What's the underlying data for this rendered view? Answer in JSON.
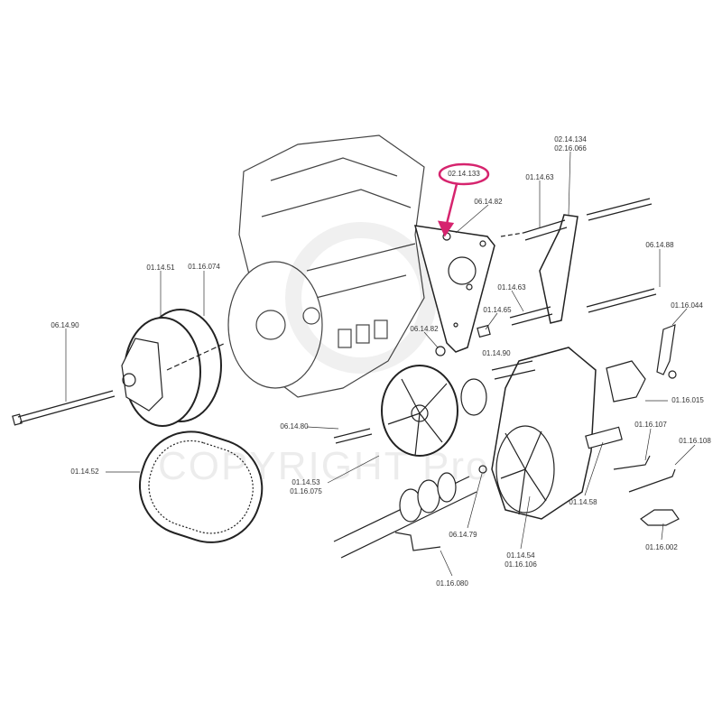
{
  "watermark": "COPYRIGHT Pro",
  "highlight_color": "#d6246e",
  "highlighted_part": "02.14.133",
  "labels": {
    "p02_14_134": "02.14.134",
    "p02_16_066": "02.16.066",
    "p02_14_133": "02.14.133",
    "p06_14_82a": "06.14.82",
    "p01_14_63a": "01.14.63",
    "p06_14_88": "06.14.88",
    "p01_14_63b": "01.14.63",
    "p01_14_65": "01.14.65",
    "p01_16_044": "01.16.044",
    "p06_14_82b": "06.14.82",
    "p01_14_90": "01.14.90",
    "p01_16_015": "01.16.015",
    "p01_14_51": "01.14.51",
    "p01_16_074": "01.16.074",
    "p06_14_90": "06.14.90",
    "p06_14_80": "06.14.80",
    "p01_14_52": "01.14.52",
    "p01_14_53": "01.14.53",
    "p01_16_075": "01.16.075",
    "p01_16_107": "01.16.107",
    "p01_16_108": "01.16.108",
    "p01_14_58": "01.14.58",
    "p06_14_79": "06.14.79",
    "p01_14_54": "01.14.54",
    "p01_16_106": "01.16.106",
    "p01_16_002": "01.16.002",
    "p01_16_080": "01.16.080"
  }
}
